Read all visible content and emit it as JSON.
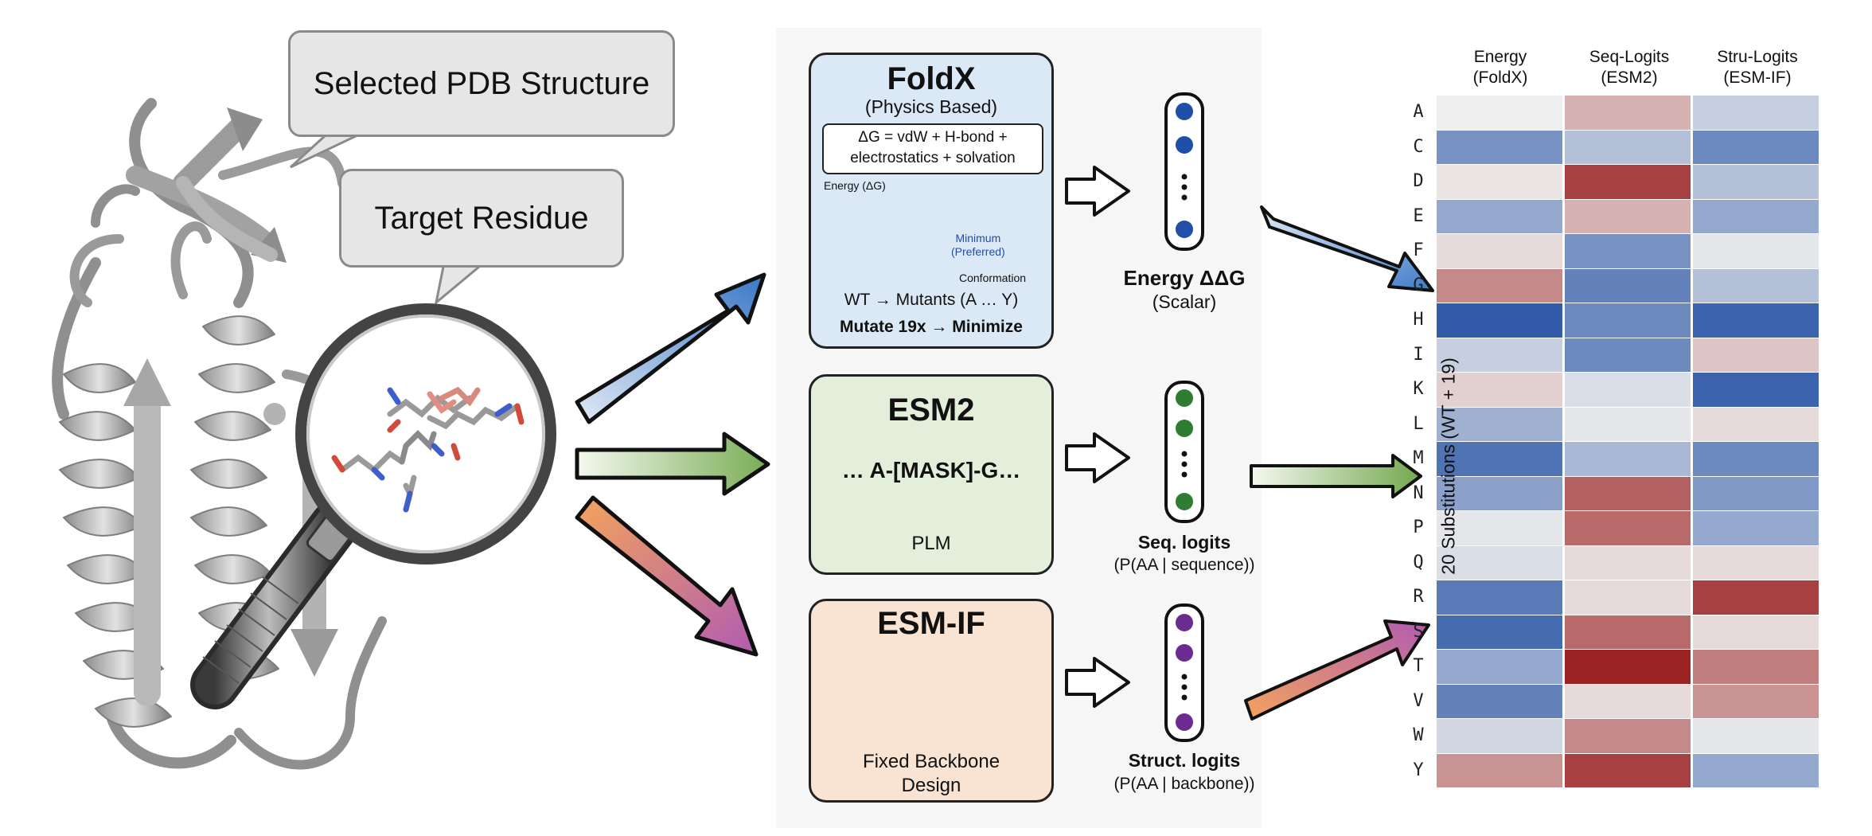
{
  "callouts": {
    "structure": "Selected PDB Structure",
    "target": "Target Residue"
  },
  "foldx": {
    "title": "FoldX",
    "subtitle": "(Physics Based)",
    "equation_line1": "ΔG = vdW + H-bond +",
    "equation_line2": "electrostatics + solvation",
    "plot_ylabel": "Energy (ΔG)",
    "plot_xlabel": "Conformation",
    "minimum_line1": "Minimum",
    "minimum_line2": "(Preferred)",
    "mutants": "WT → Mutants (A … Y)",
    "procedure": "Mutate 19x → Minimize",
    "output_title": "Energy ΔΔG",
    "output_sub": "(Scalar)",
    "color": "#1f4fa8"
  },
  "esm2": {
    "title": "ESM2",
    "sequence": "… A-[MASK]-G…",
    "label": "PLM",
    "output_title": "Seq. logits",
    "output_sub": "(P(AA | sequence))",
    "color": "#2e7d32"
  },
  "esmif": {
    "title": "ESM-IF",
    "label_line1": "Fixed Backbone",
    "label_line2": "Design",
    "output_title": "Struct. logits",
    "output_sub": "(P(AA | backbone))",
    "color": "#6a2c91"
  },
  "heatmap": {
    "ylabel": "20 Substitutions (WT + 19)",
    "columns": [
      {
        "line1": "Energy",
        "line2": "(FoldX)"
      },
      {
        "line1": "Seq-Logits",
        "line2": "(ESM2)"
      },
      {
        "line1": "Stru-Logits",
        "line2": "(ESM-IF)"
      }
    ],
    "rows": [
      "A",
      "C",
      "D",
      "E",
      "F",
      "G",
      "H",
      "I",
      "K",
      "L",
      "M",
      "N",
      "P",
      "Q",
      "R",
      "S",
      "T",
      "V",
      "W",
      "Y"
    ],
    "values": [
      [
        0.0,
        0.3,
        -0.2
      ],
      [
        -0.6,
        -0.3,
        -0.65
      ],
      [
        0.05,
        0.85,
        -0.3
      ],
      [
        -0.45,
        0.3,
        -0.45
      ],
      [
        0.1,
        -0.6,
        -0.05
      ],
      [
        0.5,
        -0.7,
        -0.3
      ],
      [
        -0.95,
        -0.65,
        -0.9
      ],
      [
        -0.2,
        -0.65,
        0.2
      ],
      [
        0.15,
        -0.1,
        -0.9
      ],
      [
        -0.4,
        -0.05,
        0.1
      ],
      [
        -0.8,
        -0.35,
        -0.65
      ],
      [
        -0.5,
        0.7,
        -0.55
      ],
      [
        -0.05,
        0.65,
        -0.45
      ],
      [
        -0.1,
        0.1,
        0.1
      ],
      [
        -0.75,
        0.1,
        0.85
      ],
      [
        -0.85,
        0.65,
        0.1
      ],
      [
        -0.45,
        1.0,
        0.55
      ],
      [
        -0.7,
        0.1,
        0.45
      ],
      [
        -0.15,
        0.5,
        -0.05
      ],
      [
        0.45,
        0.85,
        -0.45
      ]
    ]
  }
}
